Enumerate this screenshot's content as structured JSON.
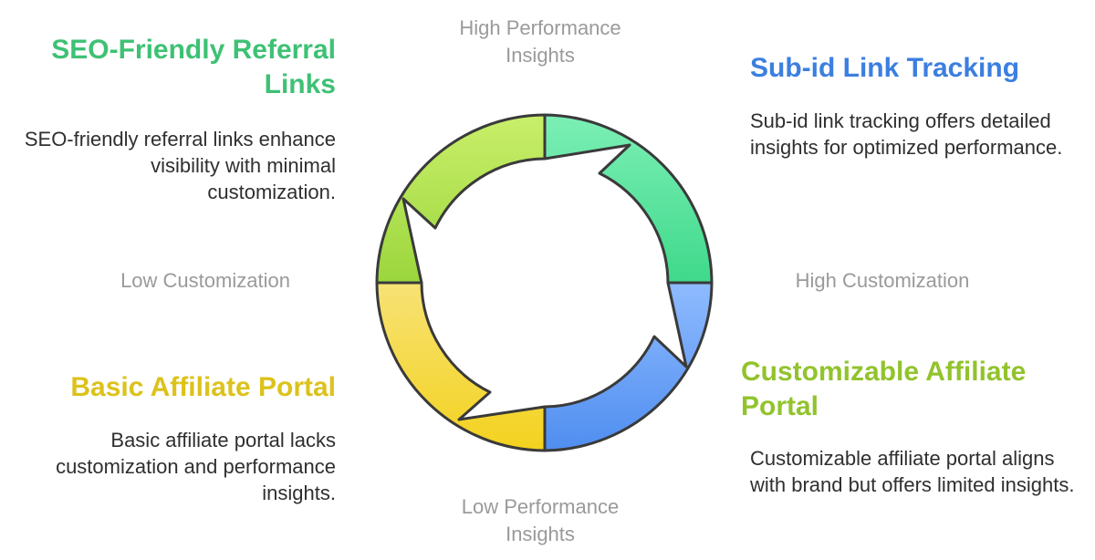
{
  "axes": {
    "top": "High Performance Insights",
    "bottom": "Low Performance Insights",
    "left": "Low Customization",
    "right": "High Customization"
  },
  "quadrants": {
    "top_left": {
      "title": "SEO-Friendly Referral Links",
      "description": "SEO-friendly referral links enhance visibility with minimal customization.",
      "title_color": "#3ec174"
    },
    "top_right": {
      "title": "Sub-id Link Tracking",
      "description": "Sub-id link tracking offers detailed insights for optimized performance.",
      "title_color": "#3b7fe0"
    },
    "bottom_left": {
      "title": "Basic Affiliate Portal",
      "description": "Basic affiliate portal lacks customization and performance insights.",
      "title_color": "#dcc21b"
    },
    "bottom_right": {
      "title": "Customizable Affiliate Portal",
      "description": "Customizable affiliate portal aligns with brand but offers limited insights.",
      "title_color": "#92c32c"
    }
  },
  "segment_colors": {
    "top_left": [
      "#c9ef6a",
      "#9bd63d"
    ],
    "top_right": [
      "#7cefb5",
      "#3fd98b"
    ],
    "bottom_left": [
      "#f7e275",
      "#f3d21e"
    ],
    "bottom_right": [
      "#8fbbff",
      "#4f8ef0"
    ]
  }
}
